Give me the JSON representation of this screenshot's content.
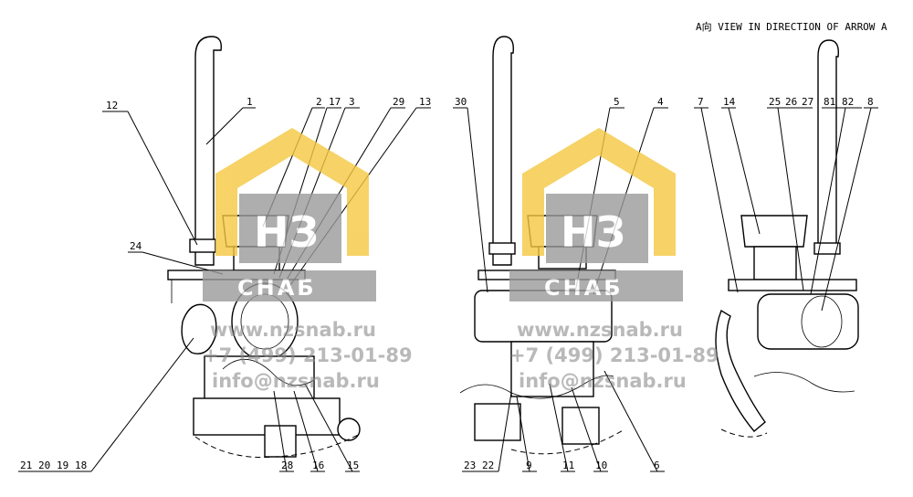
{
  "view_title": "A向 VIEW IN DIRECTION OF ARROW A",
  "watermark": {
    "logo_main": "НЗ",
    "logo_sub": "СНАБ",
    "site_1": "www.nzsnab.ru",
    "phone": "+7 (499) 213-01-89",
    "site_2": "info@nzsnab.ru",
    "accent_color": "#f5c842",
    "gray_color": "#9a9a9a"
  },
  "views": [
    {
      "name": "left-view",
      "top_labels": [
        "12",
        "1",
        "2",
        "17",
        "3",
        "29",
        "13"
      ],
      "side_labels": [
        "24"
      ],
      "bottom_labels": [
        "21",
        "20",
        "19",
        "18",
        "28",
        "16",
        "15"
      ]
    },
    {
      "name": "middle-view",
      "top_labels": [
        "30",
        "5",
        "4"
      ],
      "bottom_labels": [
        "23",
        "22",
        "9",
        "11",
        "10",
        "6"
      ]
    },
    {
      "name": "right-view",
      "top_labels": [
        "7",
        "14",
        "25",
        "26",
        "27",
        "81",
        "82",
        "8"
      ]
    }
  ]
}
